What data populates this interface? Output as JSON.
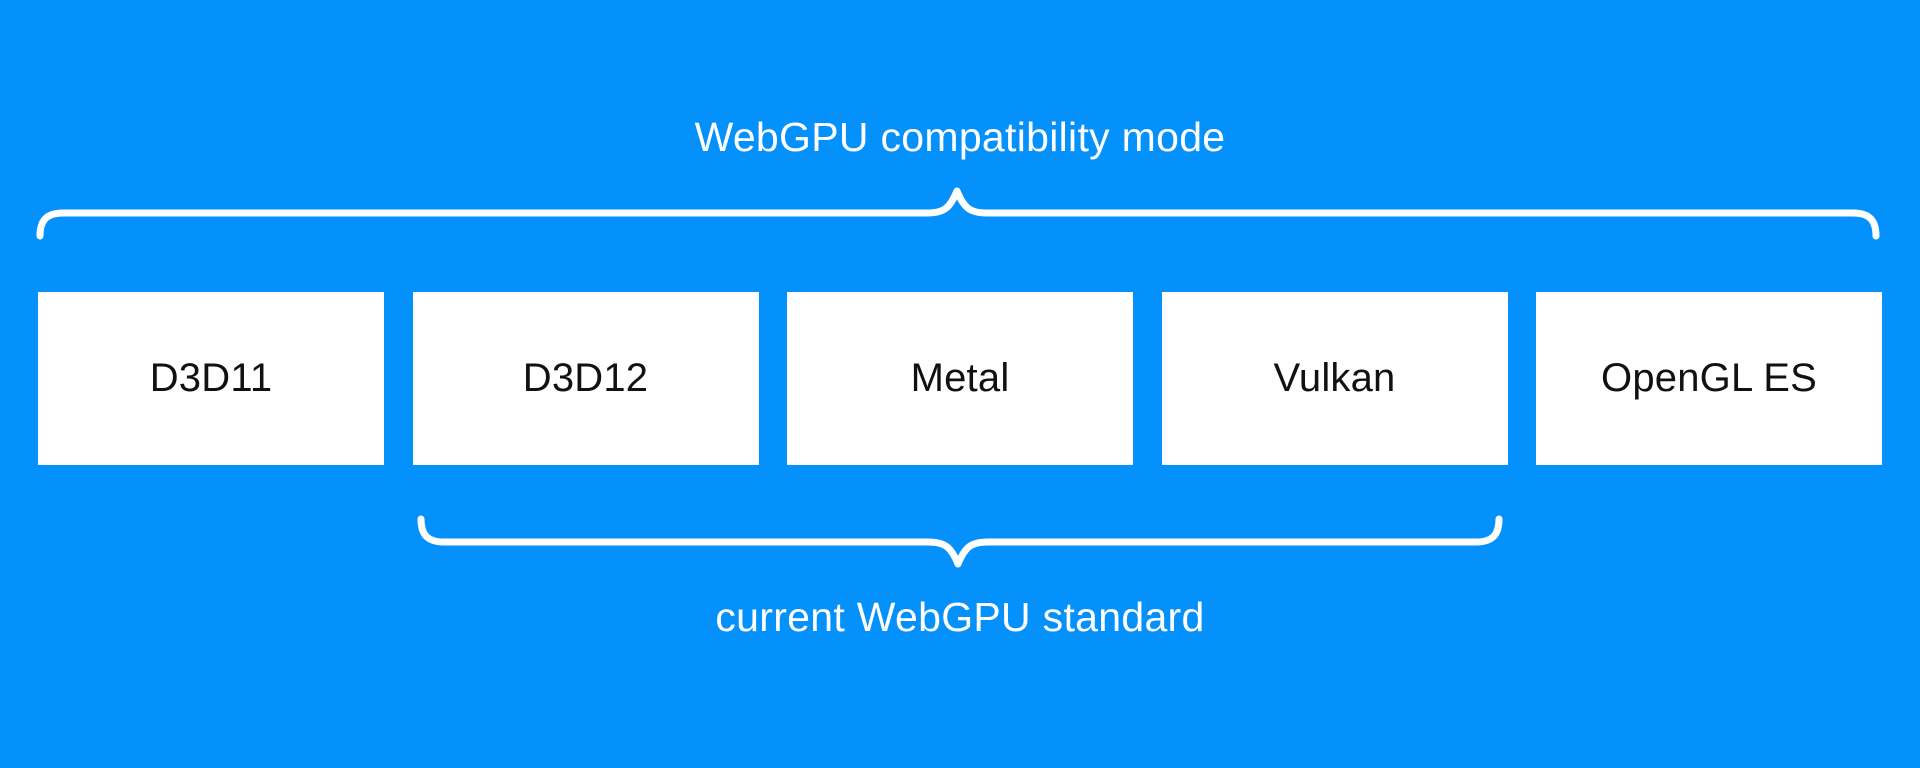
{
  "colors": {
    "background": "#0591FB",
    "box_bg": "#FFFFFF",
    "box_text": "#111111",
    "label_text": "#FFFFFF",
    "brace": "#FFFFFF"
  },
  "top_label": "WebGPU compatibility mode",
  "bottom_label": "current WebGPU standard",
  "boxes": [
    {
      "label": "D3D11"
    },
    {
      "label": "D3D12"
    },
    {
      "label": "Metal"
    },
    {
      "label": "Vulkan"
    },
    {
      "label": "OpenGL ES"
    }
  ]
}
